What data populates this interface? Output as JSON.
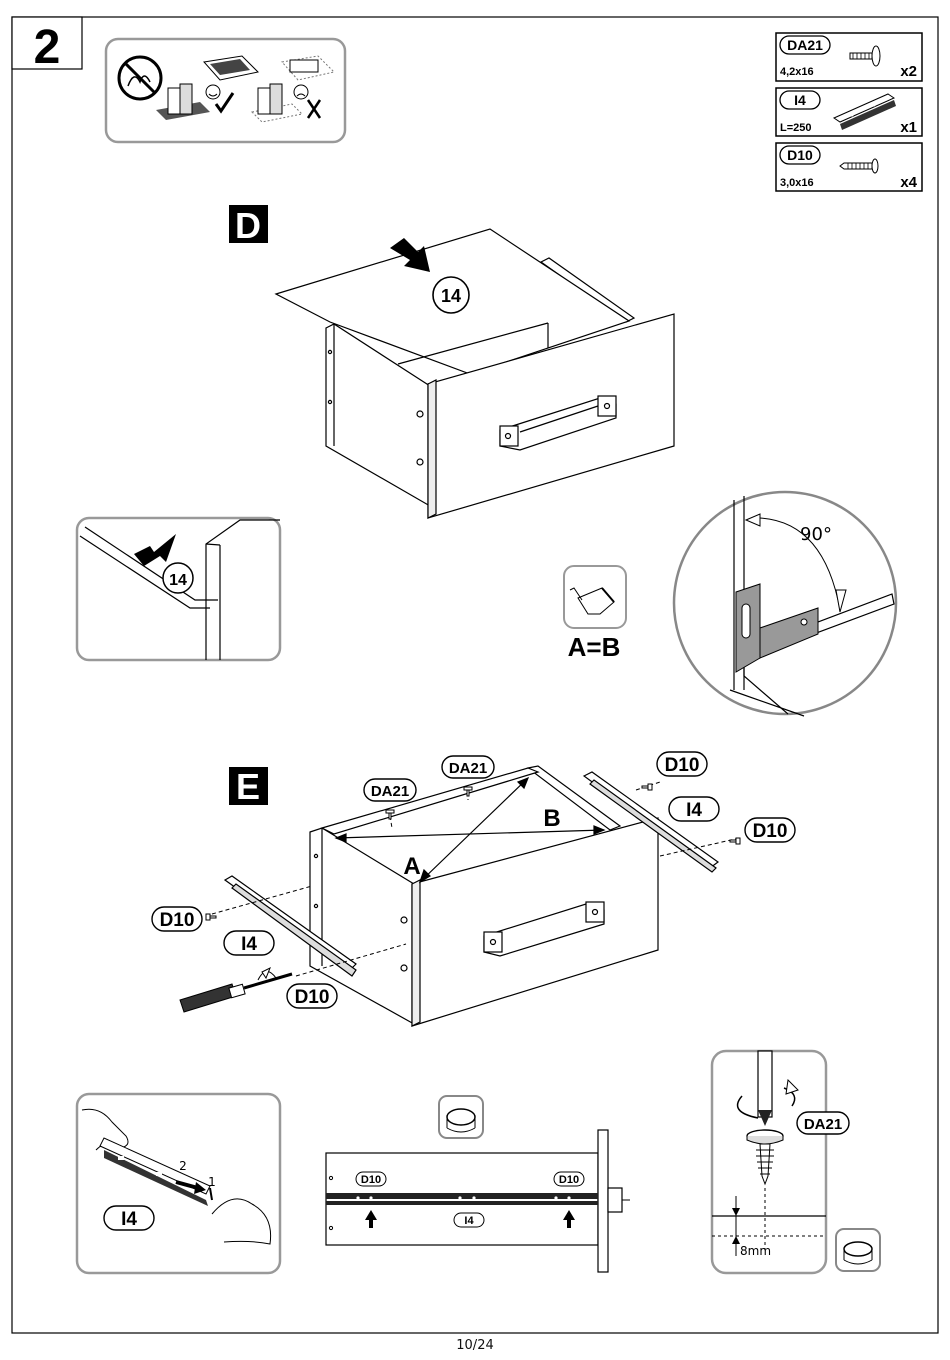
{
  "step": {
    "number": "2"
  },
  "parts": [
    {
      "code": "DA21",
      "size": "4,2x16",
      "qty": "x2",
      "icon": "screw-flange-icon"
    },
    {
      "code": "I4",
      "size": "L=250",
      "qty": "x1",
      "icon": "drawer-runner-icon"
    },
    {
      "code": "D10",
      "size": "3,0x16",
      "qty": "x4",
      "icon": "screw-icon"
    }
  ],
  "section_d": {
    "letter": "D",
    "panel_label": "14",
    "detail_panel_label": "14",
    "measure_label": "A=B",
    "angle_label": "90°"
  },
  "section_e": {
    "letter": "E",
    "screw_labels_top": [
      "DA21",
      "DA21"
    ],
    "right_labels": [
      "D10",
      "I4",
      "D10"
    ],
    "left_labels": [
      "D10",
      "I4",
      "D10"
    ],
    "diagonal_labels": [
      "A",
      "B"
    ]
  },
  "detail_runner": {
    "label": "I4",
    "steps": [
      "2",
      "1"
    ]
  },
  "detail_side": {
    "labels": [
      "D10",
      "D10"
    ],
    "runner_label": "I4"
  },
  "detail_screw": {
    "label": "DA21",
    "depth": "8mm"
  },
  "footer": {
    "page": "10/24"
  }
}
